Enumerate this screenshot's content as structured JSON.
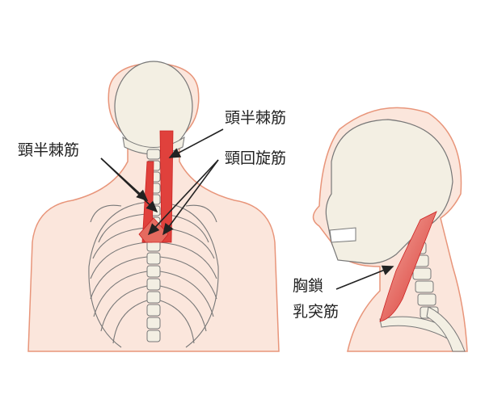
{
  "labels": {
    "semispinalis_capitis": "頭半棘筋",
    "semispinalis_cervicis": "頸半棘筋",
    "rotatores_cervicis": "頸回旋筋",
    "sternocleidomastoid_line1": "胸鎖",
    "sternocleidomastoid_line2": "乳突筋"
  },
  "colors": {
    "skin": "#fbe6dc",
    "skin_outline": "#e8957a",
    "bone": "#f3efe3",
    "bone_outline": "#777777",
    "muscle": "#e0413c",
    "arrow": "#222222"
  }
}
